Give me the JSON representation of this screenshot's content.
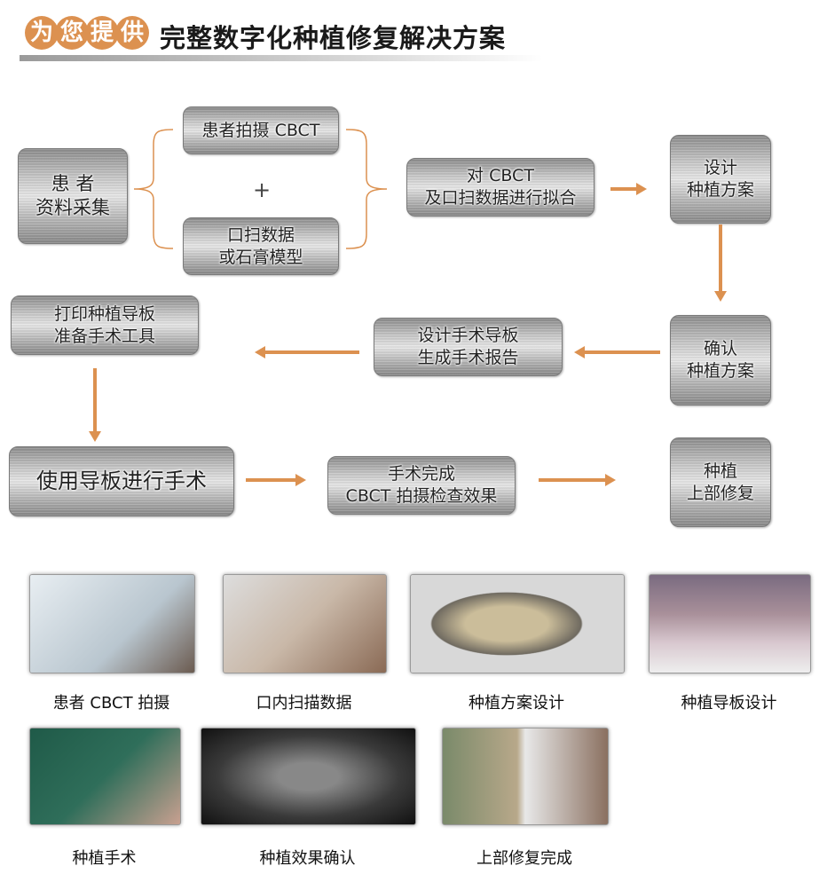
{
  "header": {
    "badge_chars": [
      "为",
      "您",
      "提",
      "供"
    ],
    "title": "完整数字化种植修复解决方案"
  },
  "flow": {
    "patient_data": "患 者\n资料采集",
    "cbct": "患者拍摄 CBCT",
    "plus": "+",
    "scan": "口扫数据\n或石膏模型",
    "fit": "对 CBCT\n及口扫数据进行拟合",
    "design_plan": "设计\n种植方案",
    "confirm_plan": "确认\n种植方案",
    "design_guide": "设计手术导板\n生成手术报告",
    "print_guide": "打印种植导板\n准备手术工具",
    "surgery": "使用导板进行手术",
    "check": "手术完成\nCBCT 拍摄检查效果",
    "restoration": "种植\n上部修复"
  },
  "gallery": [
    {
      "caption": "患者 CBCT 拍摄",
      "color": "#b9c6cf"
    },
    {
      "caption": "口内扫描数据",
      "color": "#c9b8a8"
    },
    {
      "caption": "种植方案设计",
      "color": "#6f6a60"
    },
    {
      "caption": "种植导板设计",
      "color": "#a9909a"
    },
    {
      "caption": "种植手术",
      "color": "#2f6e5a"
    },
    {
      "caption": "种植效果确认",
      "color": "#3a3a3a"
    },
    {
      "caption": "上部修复完成",
      "color": "#8a8a78"
    }
  ],
  "colors": {
    "accent": "#dc9150"
  }
}
